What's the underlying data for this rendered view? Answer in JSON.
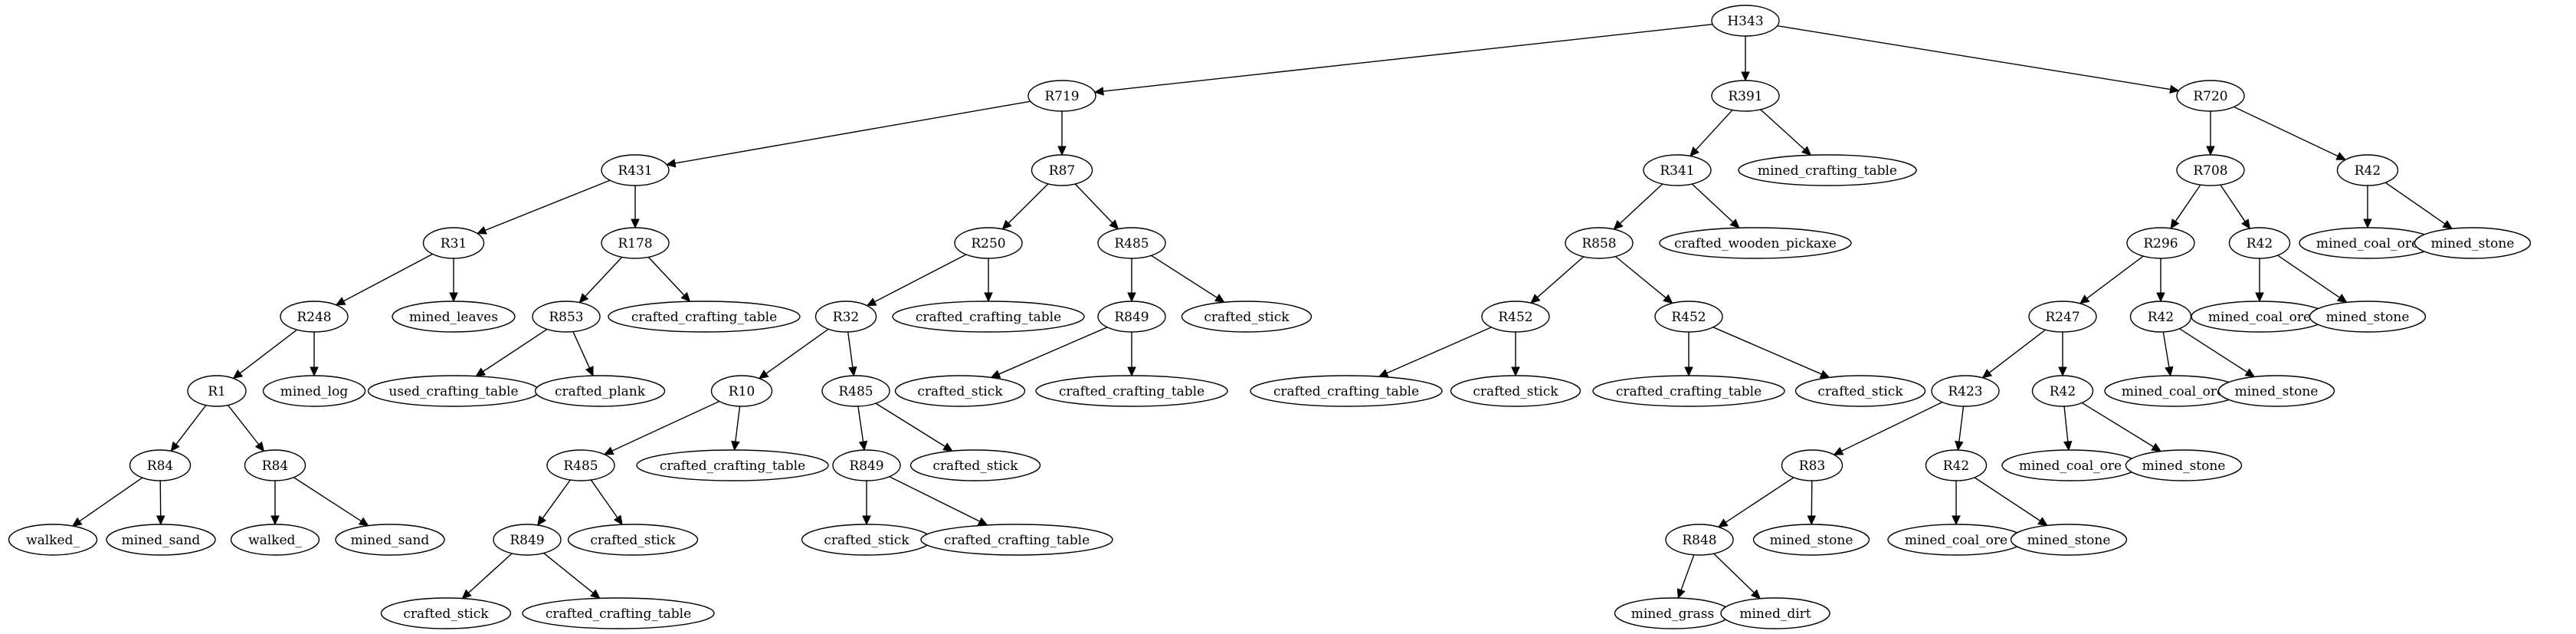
{
  "diagram": {
    "nodes": [
      {
        "id": "n0",
        "label": "H343"
      },
      {
        "id": "n1",
        "label": "R719"
      },
      {
        "id": "n2",
        "label": "R391"
      },
      {
        "id": "n3",
        "label": "R720"
      },
      {
        "id": "n4",
        "label": "R431"
      },
      {
        "id": "n5",
        "label": "R87"
      },
      {
        "id": "n6",
        "label": "R341"
      },
      {
        "id": "n7",
        "label": "mined_crafting_table"
      },
      {
        "id": "n8",
        "label": "R708"
      },
      {
        "id": "n9",
        "label": "R42"
      },
      {
        "id": "n10",
        "label": "R31"
      },
      {
        "id": "n11",
        "label": "R178"
      },
      {
        "id": "n12",
        "label": "R250"
      },
      {
        "id": "n13",
        "label": "R485"
      },
      {
        "id": "n14",
        "label": "R858"
      },
      {
        "id": "n15",
        "label": "crafted_wooden_pickaxe"
      },
      {
        "id": "n16",
        "label": "R296"
      },
      {
        "id": "n17",
        "label": "R42"
      },
      {
        "id": "n18",
        "label": "mined_coal_ore"
      },
      {
        "id": "n19",
        "label": "mined_stone"
      },
      {
        "id": "n20",
        "label": "R248"
      },
      {
        "id": "n21",
        "label": "mined_leaves"
      },
      {
        "id": "n22",
        "label": "R853"
      },
      {
        "id": "n23",
        "label": "crafted_crafting_table"
      },
      {
        "id": "n24",
        "label": "R32"
      },
      {
        "id": "n25",
        "label": "crafted_crafting_table"
      },
      {
        "id": "n26",
        "label": "R849"
      },
      {
        "id": "n27",
        "label": "crafted_stick"
      },
      {
        "id": "n28",
        "label": "R452"
      },
      {
        "id": "n29",
        "label": "R452"
      },
      {
        "id": "n30",
        "label": "R247"
      },
      {
        "id": "n31",
        "label": "R42"
      },
      {
        "id": "n32",
        "label": "mined_coal_ore"
      },
      {
        "id": "n33",
        "label": "mined_stone"
      },
      {
        "id": "n34",
        "label": "R1"
      },
      {
        "id": "n35",
        "label": "mined_log"
      },
      {
        "id": "n36",
        "label": "used_crafting_table"
      },
      {
        "id": "n37",
        "label": "crafted_plank"
      },
      {
        "id": "n38",
        "label": "R10"
      },
      {
        "id": "n39",
        "label": "R485"
      },
      {
        "id": "n40",
        "label": "crafted_stick"
      },
      {
        "id": "n41",
        "label": "crafted_crafting_table"
      },
      {
        "id": "n42",
        "label": "crafted_crafting_table"
      },
      {
        "id": "n43",
        "label": "crafted_stick"
      },
      {
        "id": "n44",
        "label": "crafted_crafting_table"
      },
      {
        "id": "n45",
        "label": "crafted_stick"
      },
      {
        "id": "n46",
        "label": "R423"
      },
      {
        "id": "n47",
        "label": "R42"
      },
      {
        "id": "n48",
        "label": "mined_coal_ore"
      },
      {
        "id": "n49",
        "label": "mined_stone"
      },
      {
        "id": "n50",
        "label": "R84"
      },
      {
        "id": "n51",
        "label": "R84"
      },
      {
        "id": "n52",
        "label": "R485"
      },
      {
        "id": "n53",
        "label": "crafted_crafting_table"
      },
      {
        "id": "n54",
        "label": "R849"
      },
      {
        "id": "n55",
        "label": "crafted_stick"
      },
      {
        "id": "n56",
        "label": "R83"
      },
      {
        "id": "n57",
        "label": "R42"
      },
      {
        "id": "n58",
        "label": "mined_coal_ore"
      },
      {
        "id": "n59",
        "label": "mined_stone"
      },
      {
        "id": "n60",
        "label": "walked_"
      },
      {
        "id": "n61",
        "label": "mined_sand"
      },
      {
        "id": "n62",
        "label": "walked_"
      },
      {
        "id": "n63",
        "label": "mined_sand"
      },
      {
        "id": "n64",
        "label": "R849"
      },
      {
        "id": "n65",
        "label": "crafted_stick"
      },
      {
        "id": "n66",
        "label": "crafted_stick"
      },
      {
        "id": "n67",
        "label": "crafted_crafting_table"
      },
      {
        "id": "n68",
        "label": "R848"
      },
      {
        "id": "n69",
        "label": "mined_stone"
      },
      {
        "id": "n70",
        "label": "mined_coal_ore"
      },
      {
        "id": "n71",
        "label": "mined_stone"
      },
      {
        "id": "n72",
        "label": "crafted_stick"
      },
      {
        "id": "n73",
        "label": "crafted_crafting_table"
      },
      {
        "id": "n74",
        "label": "mined_grass"
      },
      {
        "id": "n75",
        "label": "mined_dirt"
      }
    ],
    "edges": [
      [
        "n0",
        "n1"
      ],
      [
        "n0",
        "n2"
      ],
      [
        "n0",
        "n3"
      ],
      [
        "n1",
        "n4"
      ],
      [
        "n1",
        "n5"
      ],
      [
        "n2",
        "n6"
      ],
      [
        "n2",
        "n7"
      ],
      [
        "n3",
        "n8"
      ],
      [
        "n3",
        "n9"
      ],
      [
        "n4",
        "n10"
      ],
      [
        "n4",
        "n11"
      ],
      [
        "n5",
        "n12"
      ],
      [
        "n5",
        "n13"
      ],
      [
        "n6",
        "n14"
      ],
      [
        "n6",
        "n15"
      ],
      [
        "n8",
        "n16"
      ],
      [
        "n8",
        "n17"
      ],
      [
        "n9",
        "n18"
      ],
      [
        "n9",
        "n19"
      ],
      [
        "n10",
        "n20"
      ],
      [
        "n10",
        "n21"
      ],
      [
        "n11",
        "n22"
      ],
      [
        "n11",
        "n23"
      ],
      [
        "n12",
        "n24"
      ],
      [
        "n12",
        "n25"
      ],
      [
        "n13",
        "n26"
      ],
      [
        "n13",
        "n27"
      ],
      [
        "n14",
        "n28"
      ],
      [
        "n14",
        "n29"
      ],
      [
        "n16",
        "n30"
      ],
      [
        "n16",
        "n31"
      ],
      [
        "n17",
        "n32"
      ],
      [
        "n17",
        "n33"
      ],
      [
        "n20",
        "n34"
      ],
      [
        "n20",
        "n35"
      ],
      [
        "n22",
        "n36"
      ],
      [
        "n22",
        "n37"
      ],
      [
        "n24",
        "n38"
      ],
      [
        "n24",
        "n39"
      ],
      [
        "n26",
        "n40"
      ],
      [
        "n26",
        "n41"
      ],
      [
        "n28",
        "n42"
      ],
      [
        "n28",
        "n43"
      ],
      [
        "n29",
        "n44"
      ],
      [
        "n29",
        "n45"
      ],
      [
        "n30",
        "n46"
      ],
      [
        "n30",
        "n47"
      ],
      [
        "n31",
        "n48"
      ],
      [
        "n31",
        "n49"
      ],
      [
        "n34",
        "n50"
      ],
      [
        "n34",
        "n51"
      ],
      [
        "n38",
        "n52"
      ],
      [
        "n38",
        "n53"
      ],
      [
        "n39",
        "n54"
      ],
      [
        "n39",
        "n55"
      ],
      [
        "n46",
        "n56"
      ],
      [
        "n46",
        "n57"
      ],
      [
        "n47",
        "n58"
      ],
      [
        "n47",
        "n59"
      ],
      [
        "n50",
        "n60"
      ],
      [
        "n50",
        "n61"
      ],
      [
        "n51",
        "n62"
      ],
      [
        "n51",
        "n63"
      ],
      [
        "n52",
        "n64"
      ],
      [
        "n52",
        "n65"
      ],
      [
        "n54",
        "n66"
      ],
      [
        "n54",
        "n67"
      ],
      [
        "n56",
        "n68"
      ],
      [
        "n56",
        "n69"
      ],
      [
        "n57",
        "n70"
      ],
      [
        "n57",
        "n71"
      ],
      [
        "n64",
        "n72"
      ],
      [
        "n64",
        "n73"
      ],
      [
        "n68",
        "n74"
      ],
      [
        "n68",
        "n75"
      ]
    ]
  }
}
